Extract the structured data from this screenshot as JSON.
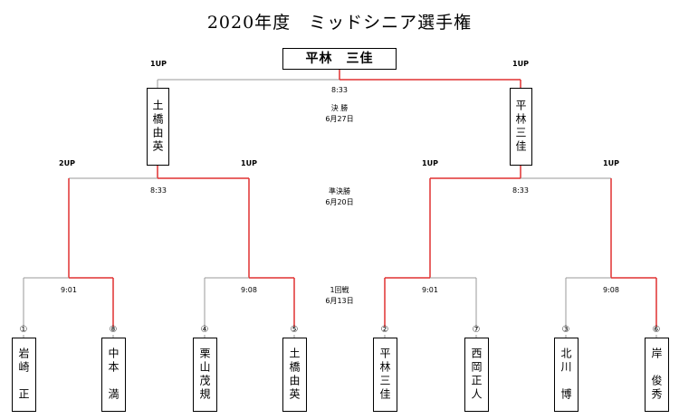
{
  "title": "2020年度　ミッドシニア選手権",
  "champion": "平林　三佳",
  "rounds": {
    "final": {
      "time": "8:33",
      "name": "決 勝",
      "date": "6月27日"
    },
    "semi": {
      "time": "8:33",
      "name": "準決勝",
      "date": "6月20日"
    },
    "first": {
      "name": "1回戦",
      "date": "6月13日"
    }
  },
  "finalists": [
    {
      "name": "土橋由英",
      "score": "1UP"
    },
    {
      "name": "平林三佳",
      "score": "1UP"
    }
  ],
  "semi_scores": [
    "2UP",
    "1UP",
    "1UP",
    "1UP"
  ],
  "semi_times": [
    "8:33",
    "8:33"
  ],
  "first_times": [
    "9:01",
    "9:08",
    "9:01",
    "9:08"
  ],
  "players": [
    {
      "seed": "①",
      "name": "岩崎　正"
    },
    {
      "seed": "⑧",
      "name": "中本　満"
    },
    {
      "seed": "④",
      "name": "栗山茂規"
    },
    {
      "seed": "⑤",
      "name": "土橋由英"
    },
    {
      "seed": "②",
      "name": "平林三佳"
    },
    {
      "seed": "⑦",
      "name": "西岡正人"
    },
    {
      "seed": "③",
      "name": "北川　博"
    },
    {
      "seed": "⑥",
      "name": "岸　俊秀"
    }
  ],
  "colors": {
    "winner_line": "#e03030",
    "loser_line": "#999999"
  }
}
